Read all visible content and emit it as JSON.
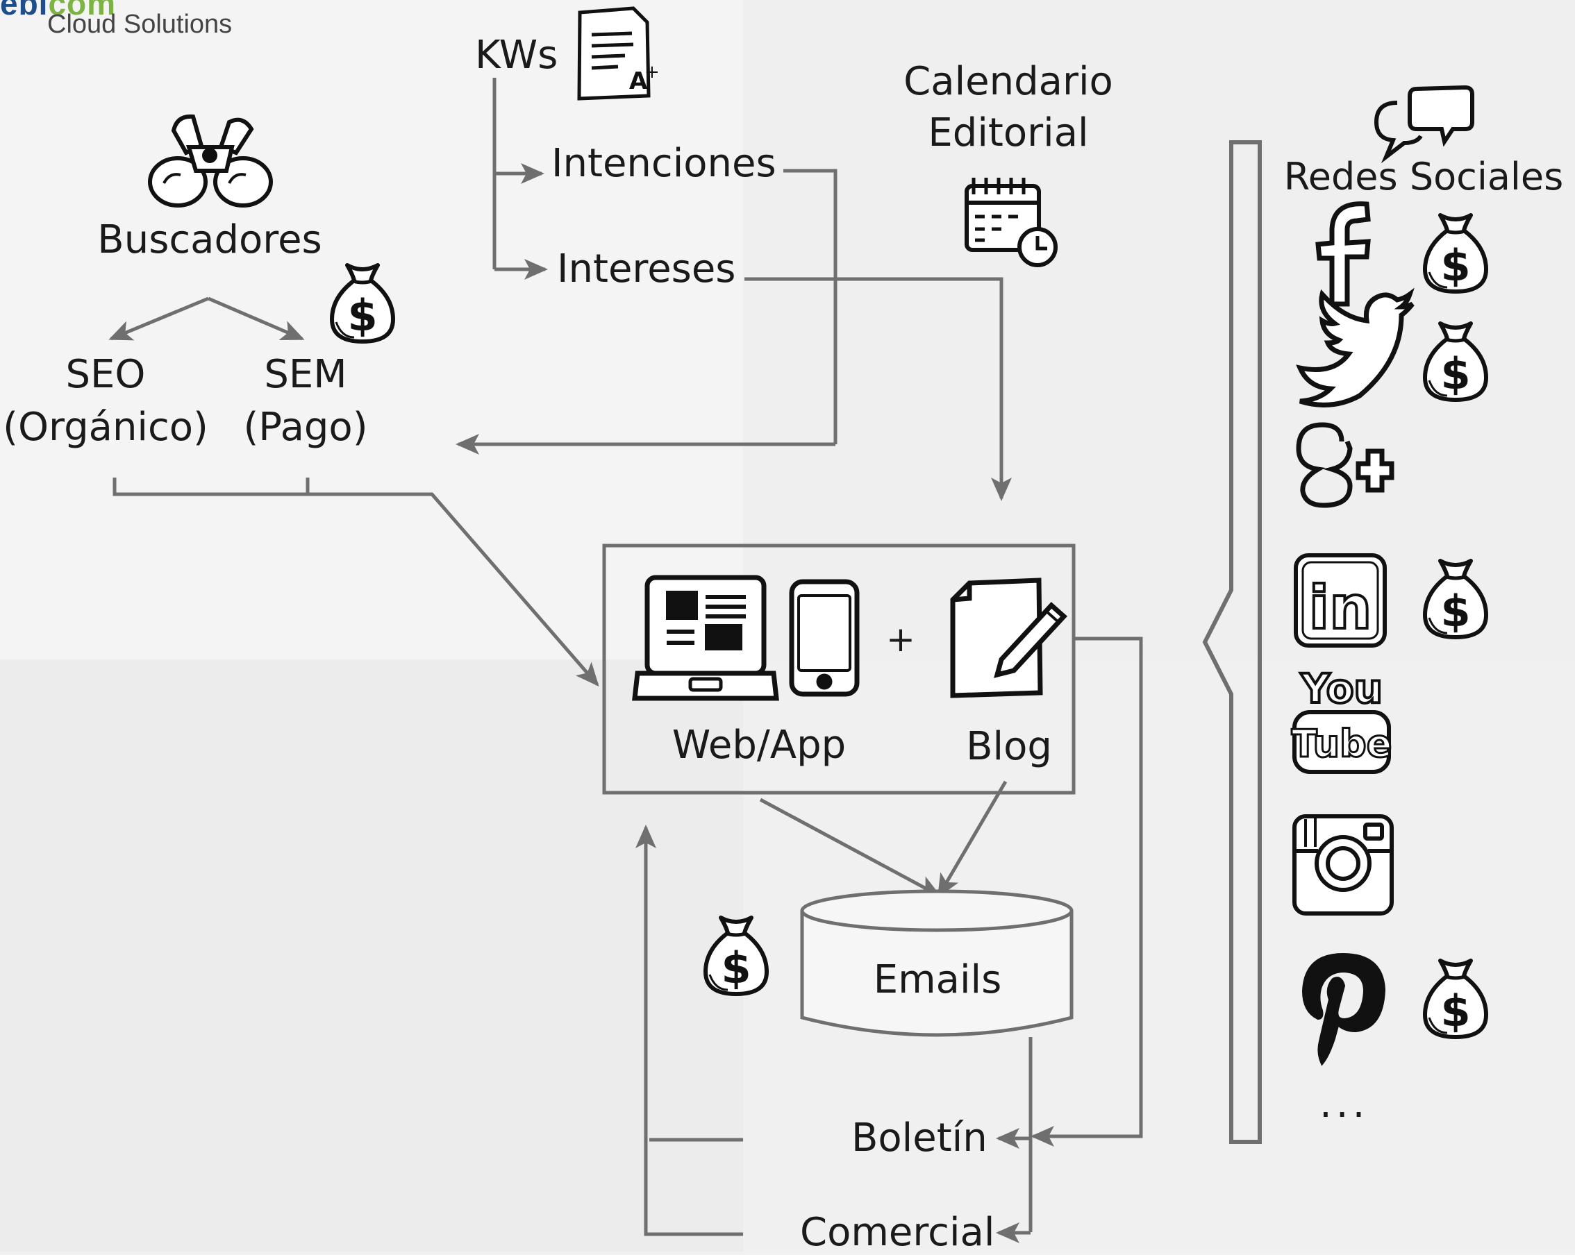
{
  "logo": {
    "brand_left": "ebi",
    "brand_right": "com",
    "subtitle": "Cloud Solutions"
  },
  "nodes": {
    "kws": "KWs",
    "intenciones": "Intenciones",
    "intereses": "Intereses",
    "calendario_line1": "Calendario",
    "calendario_line2": "Editorial",
    "buscadores": "Buscadores",
    "seo_line1": "SEO",
    "seo_line2": "(Orgánico)",
    "sem_line1": "SEM",
    "sem_line2": "(Pago)",
    "plus": "+",
    "web_app": "Web/App",
    "blog": "Blog",
    "emails": "Emails",
    "boletin": "Boletín",
    "comercial": "Comercial",
    "redes_sociales": "Redes Sociales",
    "more": "..."
  },
  "social_networks": [
    "facebook",
    "twitter",
    "google-plus",
    "linkedin",
    "youtube",
    "instagram",
    "pinterest"
  ],
  "youtube": {
    "you": "You",
    "tube": "Tube"
  },
  "colors": {
    "line": "#6f6f6f",
    "ink": "#1a1a1a",
    "background": "#f1f1f1"
  }
}
